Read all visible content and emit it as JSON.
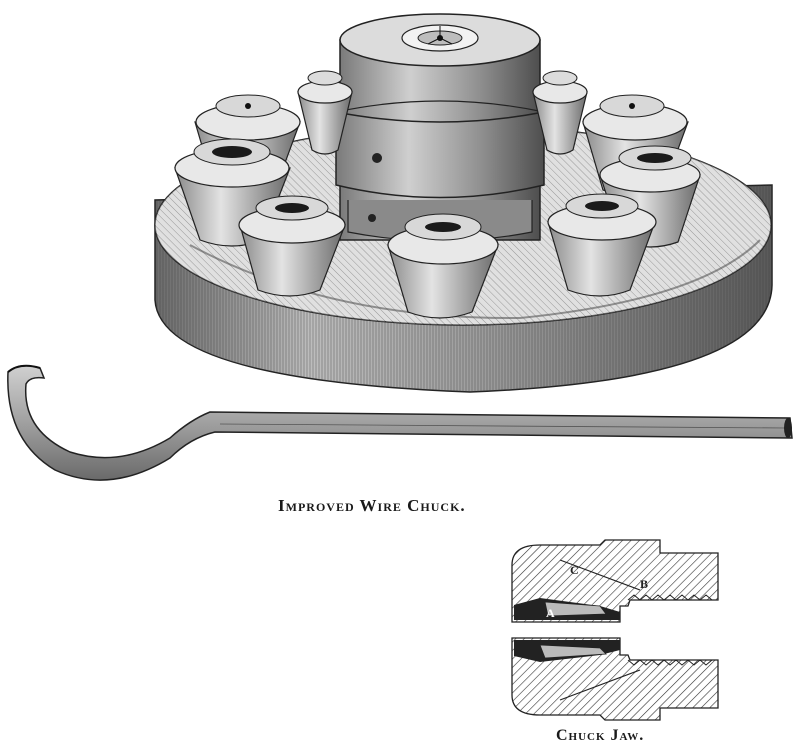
{
  "captions": {
    "main": "Improved Wire Chuck.",
    "jaw": "Chuck Jaw."
  },
  "jaw_labels": {
    "c": "C",
    "b": "B",
    "a": "A"
  },
  "colors": {
    "ink": "#1a1a1a",
    "metal_light": "#d9d9d9",
    "metal_mid": "#a8a8a8",
    "metal_dark": "#5c5c5c",
    "paper": "#ffffff"
  }
}
